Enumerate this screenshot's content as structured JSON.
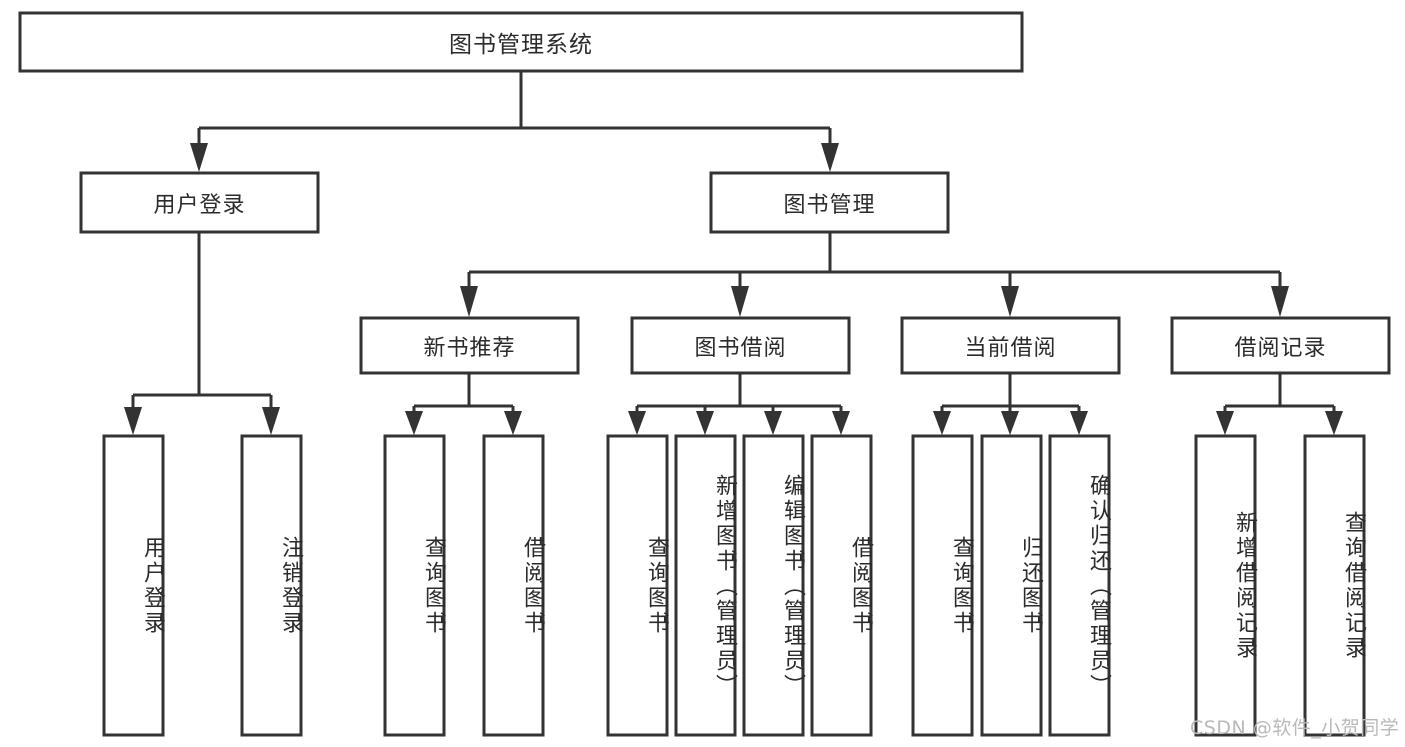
{
  "diagram": {
    "type": "hierarchy-tree",
    "title": "图书管理系统",
    "watermark": "CSDN @软件_小贺同学",
    "colors": {
      "box_stroke": "#333333",
      "box_fill": "#ffffff",
      "text": "#2b2b2b",
      "background": "#ffffff",
      "watermark": "#b9b9b9"
    },
    "root": {
      "label": "图书管理系统"
    },
    "level2": [
      {
        "label": "用户登录"
      },
      {
        "label": "图书管理"
      }
    ],
    "level3": [
      {
        "label": "新书推荐"
      },
      {
        "label": "图书借阅"
      },
      {
        "label": "当前借阅"
      },
      {
        "label": "借阅记录"
      }
    ],
    "leaves": {
      "user_login": [
        {
          "label": "用户登录"
        },
        {
          "label": "注销登录"
        }
      ],
      "new_book_recommend": [
        {
          "label": "查询图书"
        },
        {
          "label": "借阅图书"
        }
      ],
      "book_borrow": [
        {
          "label": "查询图书"
        },
        {
          "label": "新增图书（管理员）"
        },
        {
          "label": "编辑图书（管理员）"
        },
        {
          "label": "借阅图书"
        }
      ],
      "current_borrow": [
        {
          "label": "查询图书"
        },
        {
          "label": "归还图书"
        },
        {
          "label": "确认归还（管理员）"
        }
      ],
      "borrow_records": [
        {
          "label": "新增借阅记录"
        },
        {
          "label": "查询借阅记录"
        }
      ]
    }
  }
}
